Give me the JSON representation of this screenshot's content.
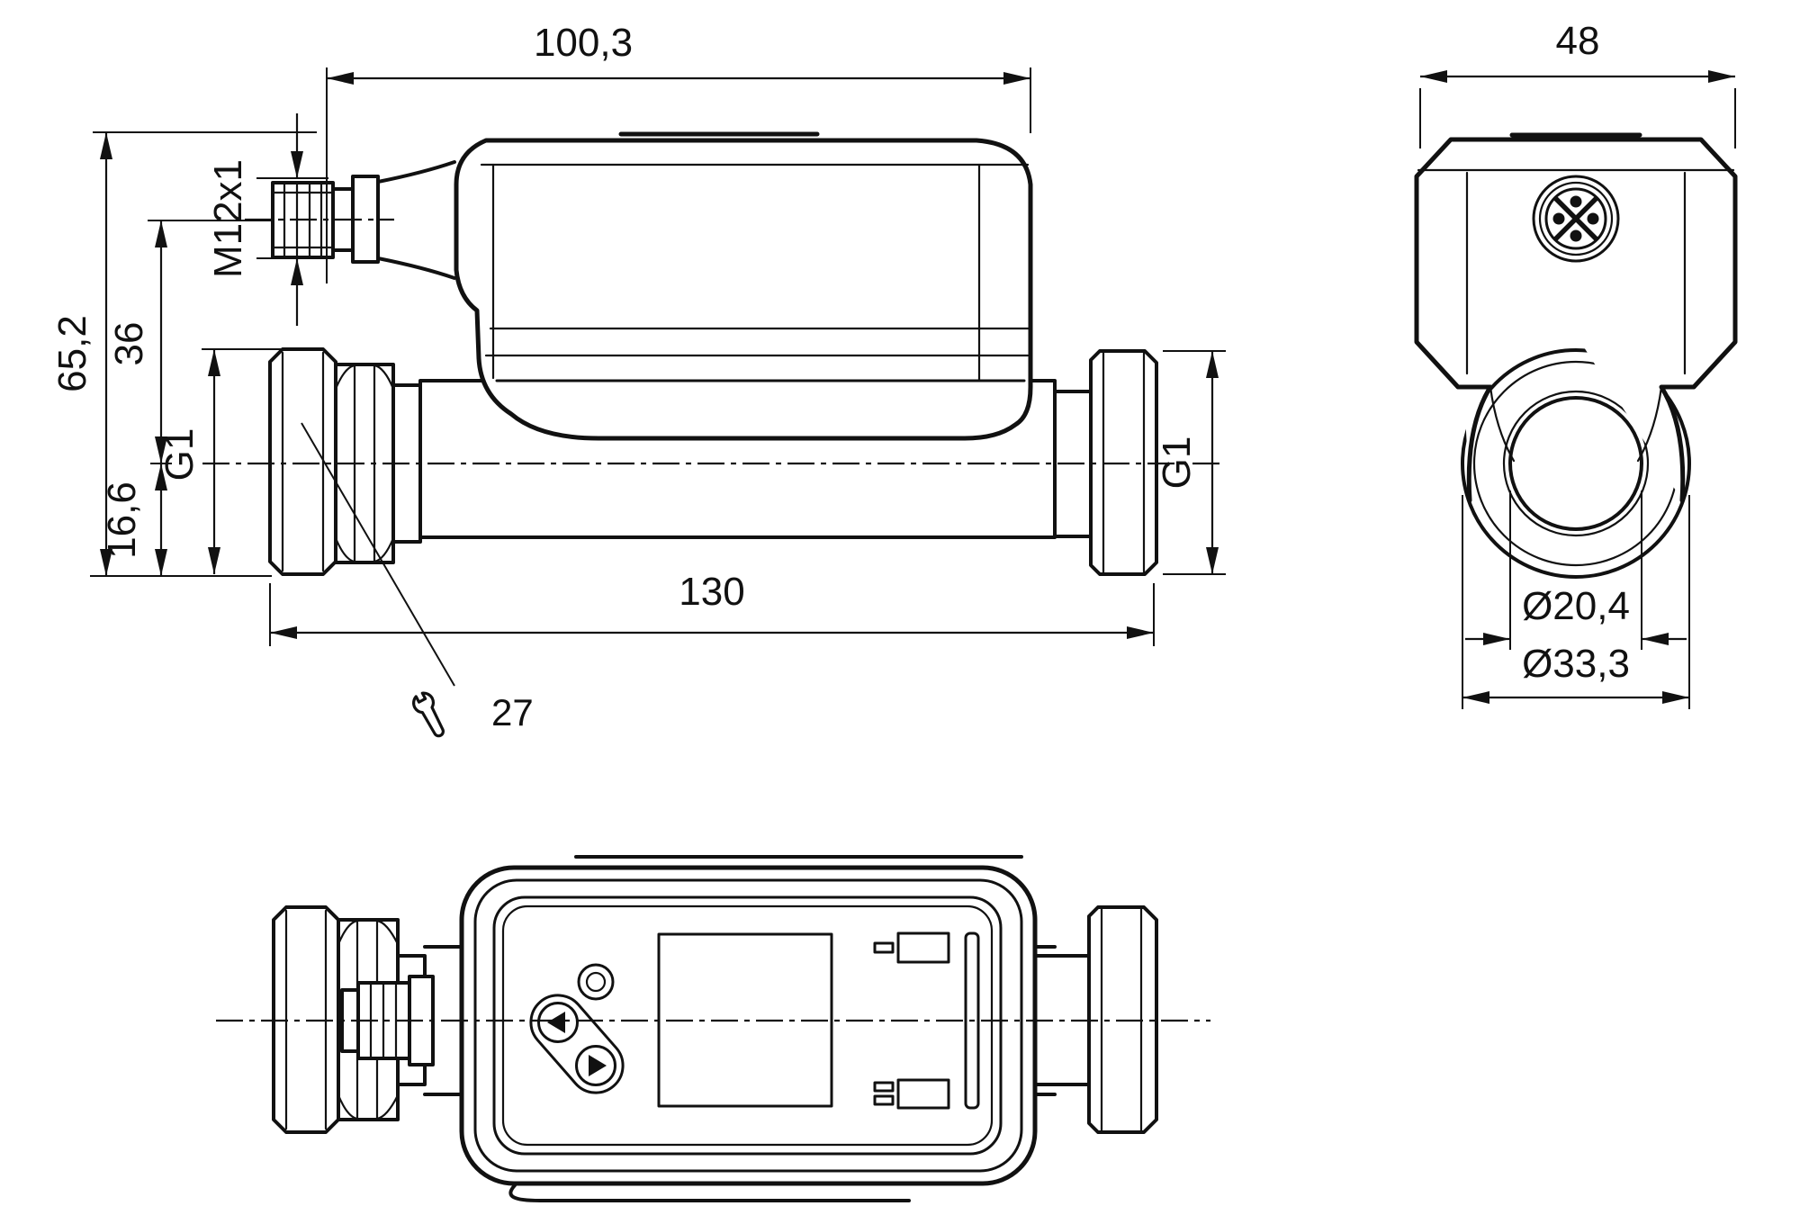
{
  "drawing": {
    "type": "technical-dimensional-drawing",
    "subject": "inline-flow-meter",
    "background_color": "#ffffff",
    "line_color": "#111111",
    "side_view": {
      "dims": {
        "body_length": "100,3",
        "overall_height": "65,2",
        "connector_axis_height": "36",
        "pipe_axis_height": "16,6",
        "connector_thread": "M12x1",
        "process_connection_left": "G1",
        "process_connection_right": "G1",
        "overall_length": "130",
        "wrench_size": "27"
      },
      "icons": {
        "wrench": "wrench-icon"
      }
    },
    "end_view": {
      "dims": {
        "body_width": "48",
        "bore_diameter": "Ø20,4",
        "thread_diameter": "Ø33,3"
      },
      "icons": {
        "connector_face": "m12-connector-face-icon"
      }
    },
    "front_view": {
      "features": {
        "display": "lcd-display-window",
        "led": "status-led",
        "button_up": "arrow-button",
        "button_down": "arrow-button",
        "indicator_top": "output-indicator",
        "indicator_bottom": "output-indicator",
        "side_bar": "label-slot"
      }
    }
  }
}
